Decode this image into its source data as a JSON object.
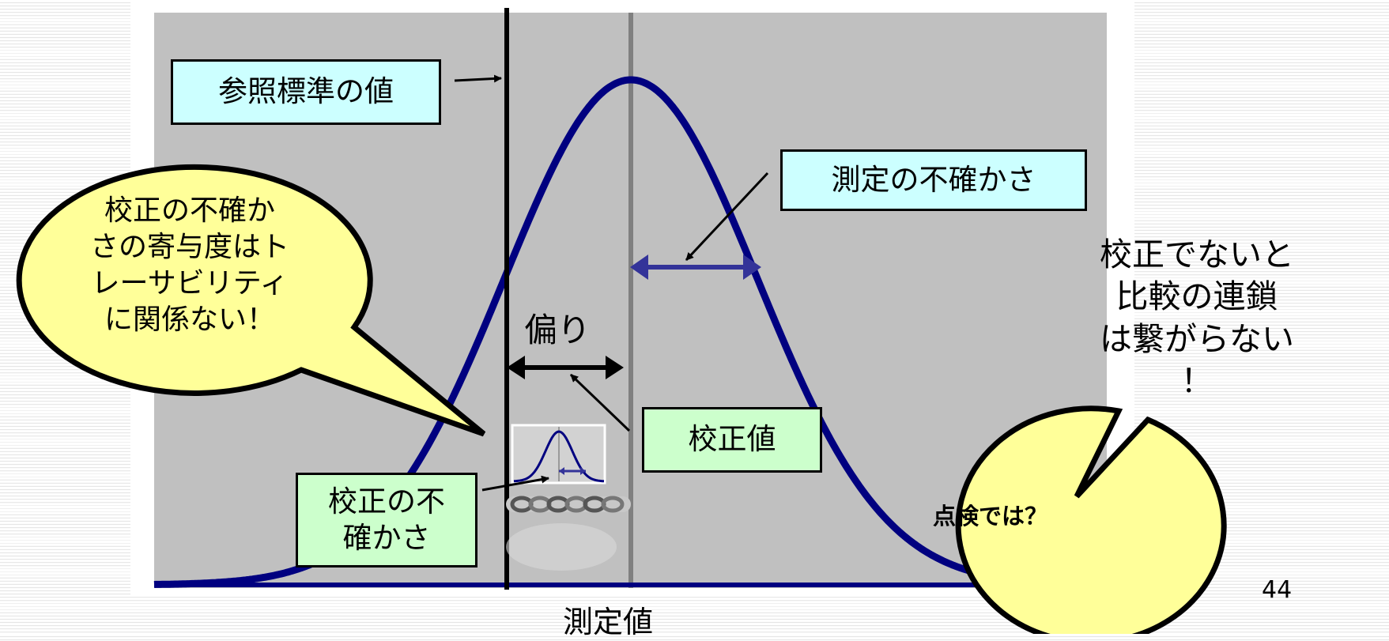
{
  "labels": {
    "reference_value": "参照標準の値",
    "measurement_uncertainty": "測定の不確かさ",
    "bias": "偏り",
    "calibration_value": "校正値",
    "calibration_uncertainty_line1": "校正の不",
    "calibration_uncertainty_line2": "確かさ",
    "inspection": "点検では？",
    "x_axis": "測定値",
    "page_number": "44"
  },
  "bubble_left": {
    "lines": [
      "校正の不確か",
      "さの寄与度はト",
      "レーサビリティ",
      "に関係ない！"
    ]
  },
  "bubble_right": {
    "lines": [
      "校正でないと",
      "比較の連鎖",
      "は繋がらない",
      "！"
    ]
  },
  "colors": {
    "plot_background": "#c0c0c0",
    "curve": "#000080",
    "cyan_box": "#ccffff",
    "green_box": "#ccffcc",
    "bubble": "#ffff99",
    "uncertainty_arrow": "#333399"
  },
  "icons": [
    "chain-icon"
  ]
}
